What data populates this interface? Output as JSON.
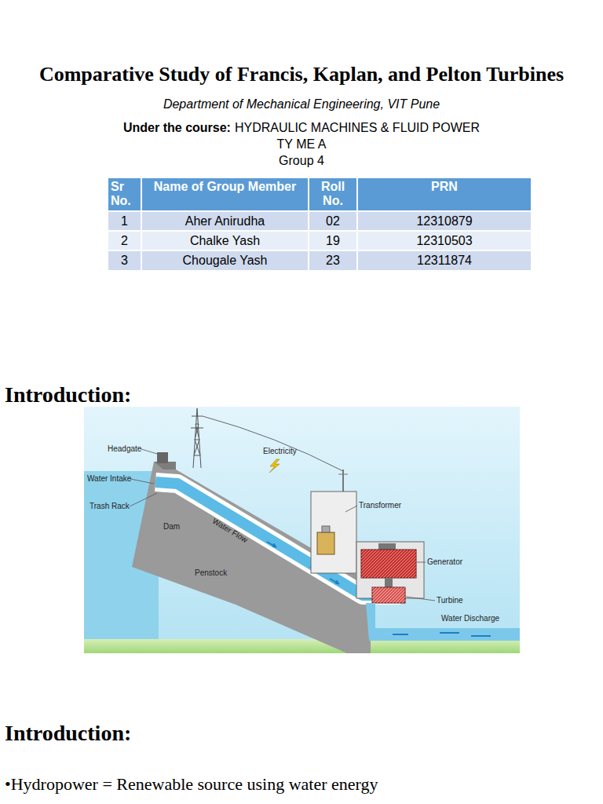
{
  "diagram": {
    "title": "Comparative Study of Francis, Kaplan, and Pelton Turbines",
    "labels": [
      "Department of Mechanical Engineering, VIT Pune",
      "Under the course:",
      "HYDRAULIC MACHINES & FLUID POWER",
      "TY ME A",
      "Group 4",
      "Sr No.",
      "Name of Group Member",
      "Roll No.",
      "PRN",
      "1",
      "Aher Anirudha",
      "02",
      "12310879",
      "2",
      "Chalke Yash",
      "19",
      "12310503",
      "3",
      "Chougale Yash",
      "23",
      "12311874",
      "Introduction:",
      "Headgate",
      "Electricity",
      "Water Intake",
      "Trash Rack",
      "Dam",
      "Water Flow",
      "Transformer",
      "Generator",
      "Penstock",
      "Turbine",
      "Water Discharge",
      "Introduction:",
      "•Hydropower = Renewable source using water energy"
    ]
  }
}
